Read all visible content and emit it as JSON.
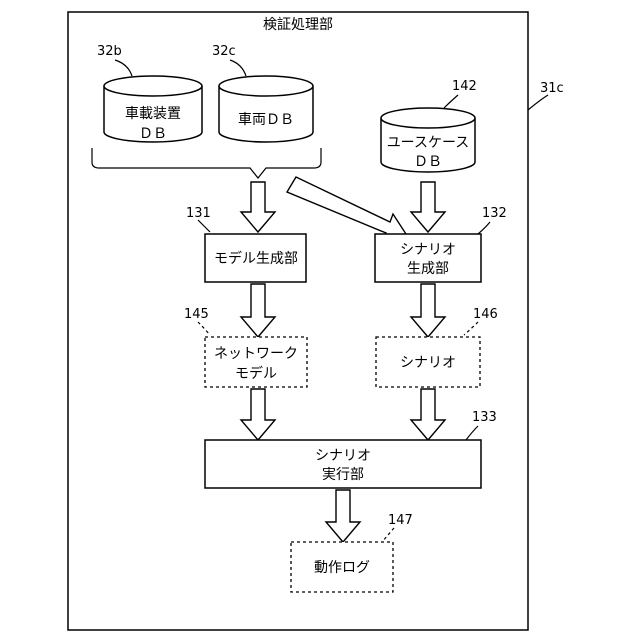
{
  "container": {
    "title": "検証処理部",
    "ref": "31c"
  },
  "databases": {
    "vehicle_device": {
      "ref": "32b",
      "line1": "車載装置",
      "line2": "ＤＢ"
    },
    "vehicle": {
      "ref": "32c",
      "line1": "車両ＤＢ"
    },
    "usecase": {
      "ref": "142",
      "line1": "ユースケース",
      "line2": "ＤＢ"
    }
  },
  "blocks": {
    "model_generator": {
      "ref": "131",
      "line1": "モデル生成部"
    },
    "scenario_generator": {
      "ref": "132",
      "line1": "シナリオ",
      "line2": "生成部"
    },
    "network_model": {
      "ref": "145",
      "line1": "ネットワーク",
      "line2": "モデル"
    },
    "scenario": {
      "ref": "146",
      "line1": "シナリオ"
    },
    "scenario_executor": {
      "ref": "133",
      "line1": "シナリオ",
      "line2": "実行部"
    },
    "operation_log": {
      "ref": "147",
      "line1": "動作ログ"
    }
  }
}
